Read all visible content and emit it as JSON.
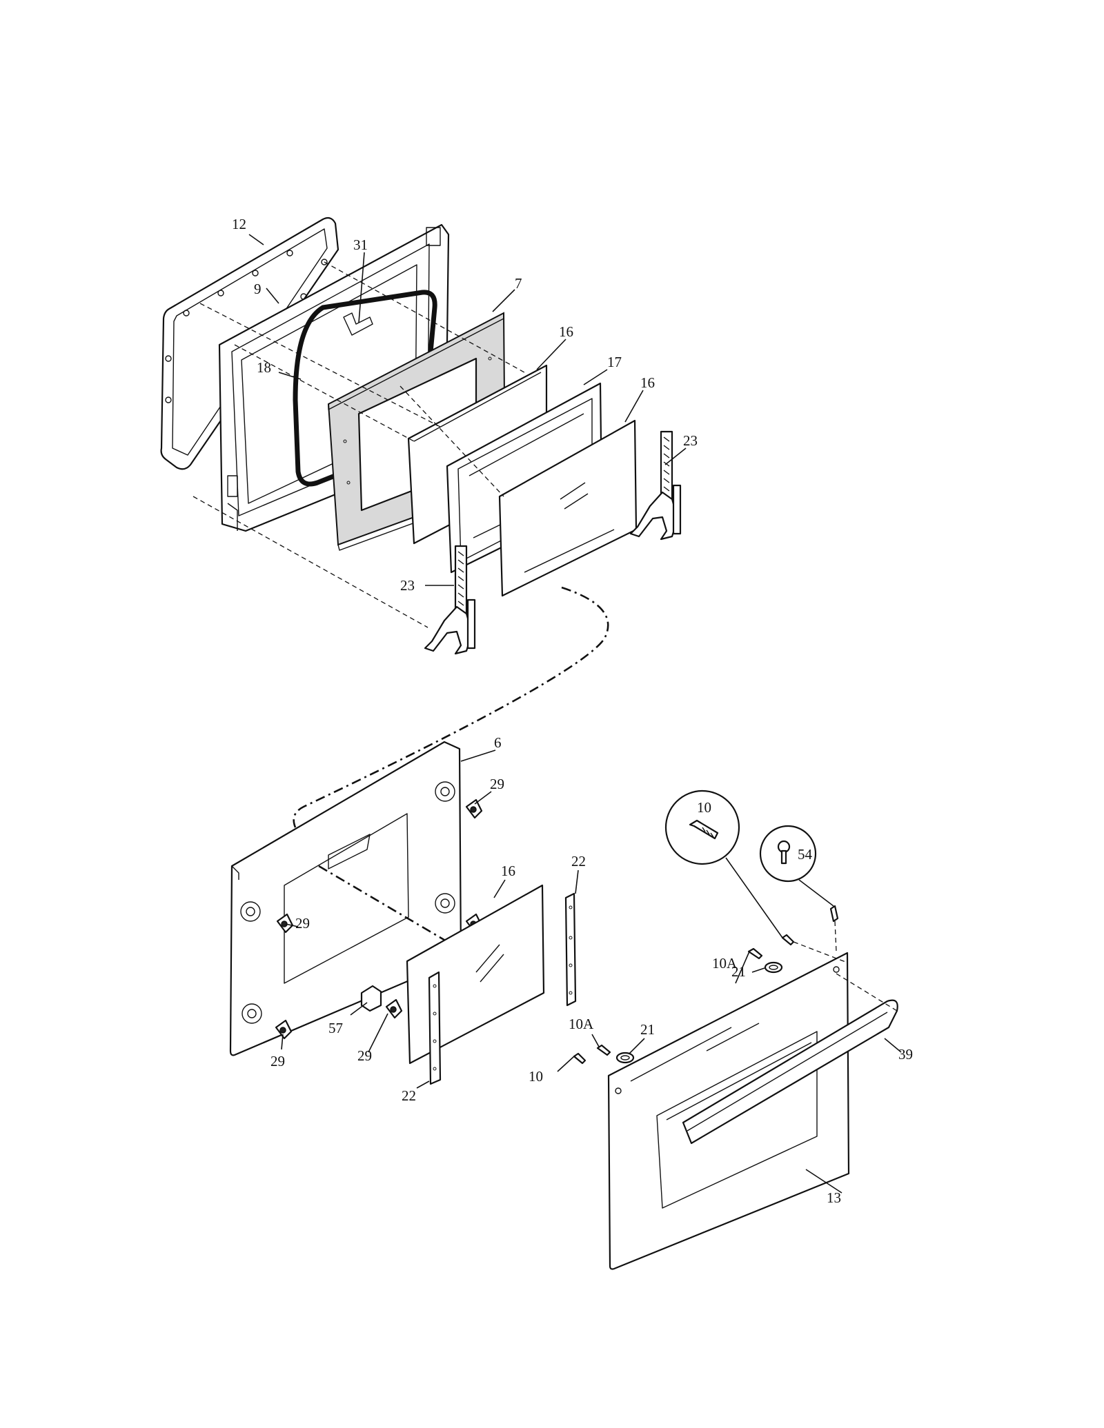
{
  "callouts": {
    "c12": "12",
    "c31": "31",
    "c9": "9",
    "c7": "7",
    "c18": "18",
    "c16a": "16",
    "c17": "17",
    "c16b": "16",
    "c23a": "23",
    "c23b": "23",
    "c6": "6",
    "c29a": "29",
    "c29b": "29",
    "c29c": "29",
    "c29d": "29",
    "c57": "57",
    "c16c": "16",
    "c22a": "22",
    "c22b": "22",
    "c10a": "10",
    "c54": "54",
    "c10Aa": "10A",
    "c21a": "21",
    "c10Ab": "10A",
    "c21b": "21",
    "c10b": "10",
    "c39": "39",
    "c13": "13"
  }
}
